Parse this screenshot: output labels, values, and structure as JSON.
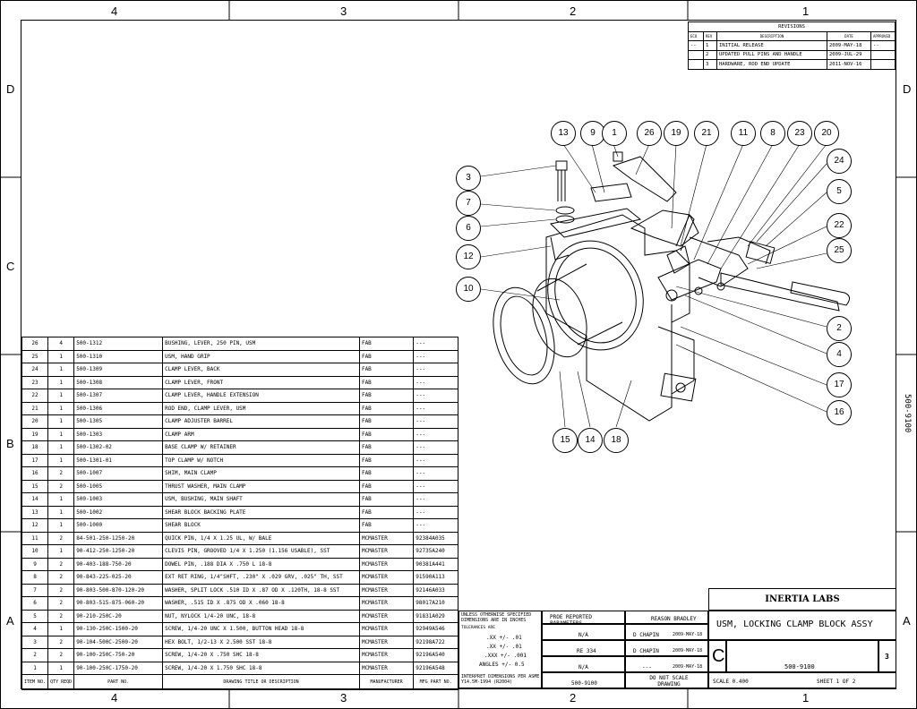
{
  "zones": {
    "cols": [
      "4",
      "3",
      "2",
      "1"
    ],
    "rows": [
      "D",
      "C",
      "B",
      "A"
    ]
  },
  "revisions": {
    "title": "REVISIONS",
    "headers": [
      "ECO",
      "REV",
      "DESCRIPTION",
      "DATE",
      "APPROVED"
    ],
    "rows": [
      [
        "--",
        "1",
        "INITIAL RELEASE",
        "2009-MAY-18",
        "--"
      ],
      [
        "",
        "2",
        "UPDATED PULL PINS AND HANDLE",
        "2009-JUL-29",
        ""
      ],
      [
        "",
        "3",
        "HARDWARE, ROD END UPDATE",
        "2011-NOV-16",
        ""
      ]
    ]
  },
  "bom": {
    "headers": [
      "ITEM NO.",
      "QTY REQD",
      "PART NO.",
      "DRAWING TITLE OR DESCRIPTION",
      "MANUFACTURER",
      "MFG PART NO."
    ],
    "rows": [
      [
        "26",
        "4",
        "500-1312",
        "BUSHING, LEVER, 250 PIN, USM",
        "FAB",
        "---"
      ],
      [
        "25",
        "1",
        "500-1310",
        "USM, HAND GRIP",
        "FAB",
        "---"
      ],
      [
        "24",
        "1",
        "500-1309",
        "CLAMP LEVER, BACK",
        "FAB",
        "---"
      ],
      [
        "23",
        "1",
        "500-1308",
        "CLAMP LEVER, FRONT",
        "FAB",
        "---"
      ],
      [
        "22",
        "1",
        "500-1307",
        "CLAMP LEVER, HANDLE EXTENSION",
        "FAB",
        "---"
      ],
      [
        "21",
        "1",
        "500-1306",
        "ROD END, CLAMP LEVER, USM",
        "FAB",
        "---"
      ],
      [
        "20",
        "1",
        "500-1305",
        "CLAMP ADJUSTER BARREL",
        "FAB",
        "---"
      ],
      [
        "19",
        "1",
        "500-1303",
        "CLAMP ARM",
        "FAB",
        "---"
      ],
      [
        "18",
        "1",
        "500-1302-02",
        "BASE CLAMP W/ RETAINER",
        "FAB",
        "---"
      ],
      [
        "17",
        "1",
        "500-1301-01",
        "TOP CLAMP W/ NOTCH",
        "FAB",
        "---"
      ],
      [
        "16",
        "2",
        "500-1007",
        "SHIM, MAIN CLAMP",
        "FAB",
        "---"
      ],
      [
        "15",
        "2",
        "500-1005",
        "THRUST WASHER, MAIN CLAMP",
        "FAB",
        "---"
      ],
      [
        "14",
        "1",
        "500-1003",
        "USM, BUSHING, MAIN SHAFT",
        "FAB",
        "---"
      ],
      [
        "13",
        "1",
        "500-1002",
        "SHEAR BLOCK BACKING PLATE",
        "FAB",
        "---"
      ],
      [
        "12",
        "1",
        "500-1000",
        "SHEAR BLOCK",
        "FAB",
        "---"
      ],
      [
        "11",
        "2",
        "84-501-250-1250-20",
        "QUICK PIN, 1/4 X 1.25 UL, W/ BALE",
        "MCMASTER",
        "92384A035"
      ],
      [
        "10",
        "1",
        "90-412-250-1250-20",
        "CLEVIS PIN, GROOVED 1/4 X 1.250 (1.156 USABLE), SST",
        "MCMASTER",
        "92735A240"
      ],
      [
        "9",
        "2",
        "90-403-188-750-20",
        "DOWEL PIN, .188 DIA X .750 L 18-8",
        "MCMASTER",
        "90381A441"
      ],
      [
        "8",
        "2",
        "90-843-225-025-20",
        "EXT RET RING, 1/4\"SHFT, .230\" X .029 GRV, .025\" TH, SST",
        "MCMASTER",
        "91590A113"
      ],
      [
        "7",
        "2",
        "90-803-500-870-120-20",
        "WASHER, SPLIT LOCK .510 ID X .87 OD X .120TH, 18-8 SST",
        "MCMASTER",
        "92146A033"
      ],
      [
        "6",
        "2",
        "90-803-515-875-060-20",
        "WASHER, .515 ID X .875 OD X .060 18-8",
        "MCMASTER",
        "98017A210"
      ],
      [
        "5",
        "2",
        "90-210-250C-20",
        "NUT, NYLOCK 1/4-20 UNC, 18-8",
        "MCMASTER",
        "91831A029"
      ],
      [
        "4",
        "1",
        "90-130-250C-1500-20",
        "SCREW, 1/4-20 UNC X 1.500, BUTTON HEAD 18-8",
        "MCMASTER",
        "92949A546"
      ],
      [
        "3",
        "2",
        "90-104-500C-2500-20",
        "HEX BOLT, 1/2-13 X 2.500 SST 18-8",
        "MCMASTER",
        "92198A722"
      ],
      [
        "2",
        "2",
        "90-100-250C-750-20",
        "SCREW, 1/4-20 X .750 SHC 18-8",
        "MCMASTER",
        "92196A540"
      ],
      [
        "1",
        "1",
        "90-100-250C-1750-20",
        "SCREW, 1/4-20 X 1.750 SHC 18-8",
        "MCMASTER",
        "92196A548"
      ]
    ]
  },
  "balloons": [
    "13",
    "9",
    "1",
    "26",
    "19",
    "21",
    "11",
    "8",
    "23",
    "20",
    "24",
    "5",
    "22",
    "25",
    "3",
    "7",
    "6",
    "12",
    "10",
    "2",
    "4",
    "17",
    "16",
    "15",
    "14",
    "18"
  ],
  "side_dwg_no": "500-9100",
  "title_block": {
    "company": "INERTIA LABS",
    "title": "USM,  LOCKING CLAMP BLOCK ASSY",
    "tolerance_note": "UNLESS OTHERWISE SPECIFIED DIMENSIONS ARE IN INCHES",
    "tol_label": "TOLERANCES ARE",
    "tol_lines": [
      ".XX +/- .01",
      ".XX +/- .01",
      ".XXX +/- .001",
      "ANGLES +/- 0.5"
    ],
    "interpret": "INTERPRET DIMENSIONS PER ASME Y14.5M-1994 (R2004)",
    "proe_params": "PROE REPORTED PARAMETERS",
    "reason": "REASON BRADLEY",
    "proe_material": "N/A",
    "proe_mass": "RE 334",
    "proe_finish": "N/A",
    "file_name": "500-9100",
    "drawn": "D CHAPIN",
    "drawn_date": "2009-MAY-18",
    "checked": "D CHAPIN",
    "checked_date": "2009-MAY-18",
    "approved": "---",
    "approved_date": "2009-MAY-18",
    "do_not_scale": "DO NOT SCALE DRAWING",
    "size": "C",
    "dwg_no": "500-9100",
    "rev": "3",
    "scale": "SCALE  0.400",
    "sheet": "SHEET 1  OF 2"
  }
}
